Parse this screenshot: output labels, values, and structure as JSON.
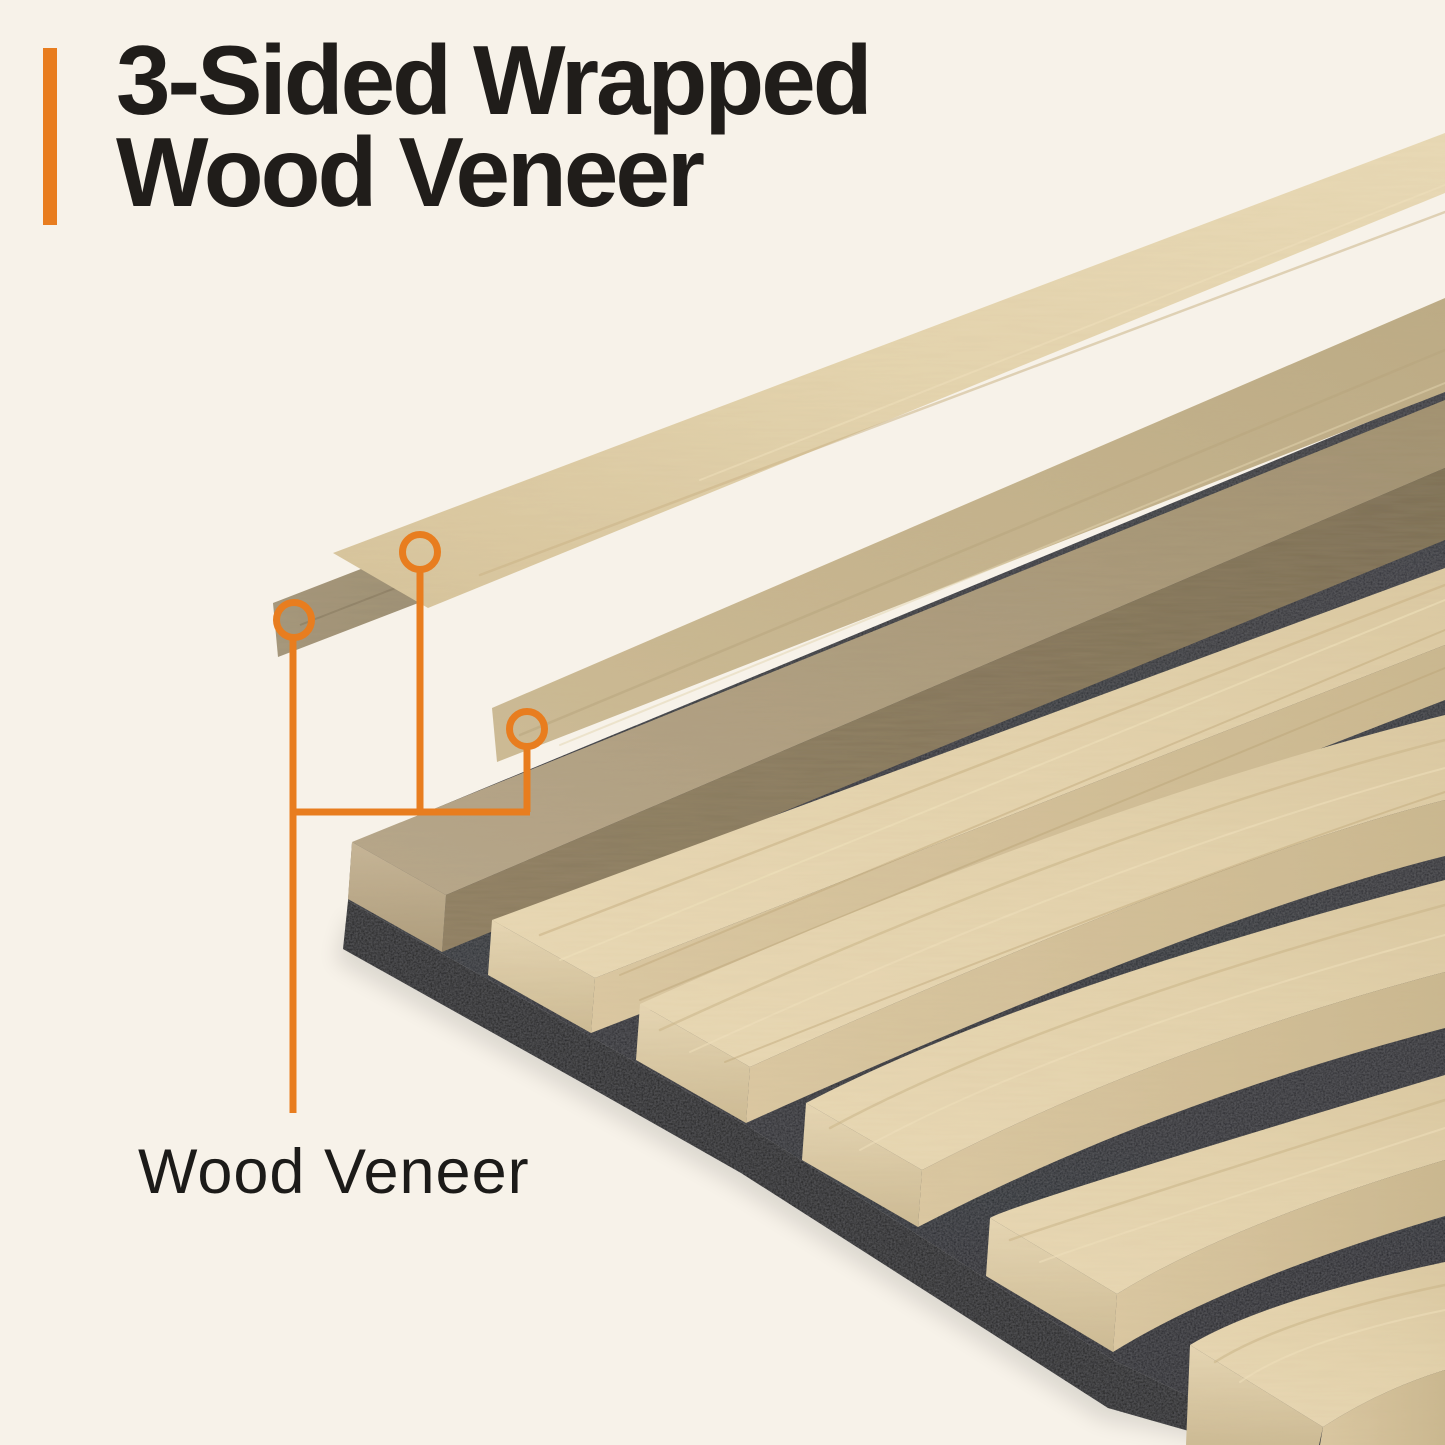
{
  "page": {
    "background_color": "#f7f2e9"
  },
  "header": {
    "accent_bar_color": "#e87d1f",
    "title_line1": "3-Sided Wrapped",
    "title_line2": "Wood Veneer",
    "title_color": "#201d1a"
  },
  "diagram": {
    "label": "Wood Veneer",
    "callout_color": "#e87d1f",
    "callout_marker_count": 3,
    "colors": {
      "veneer_light_wood": "#e7d7b3",
      "veneer_shaded_wood": "#9a8c6e",
      "mdf_core": "#b0a083",
      "felt_backing": "#232428",
      "background_cream": "#f7f2e9"
    }
  }
}
